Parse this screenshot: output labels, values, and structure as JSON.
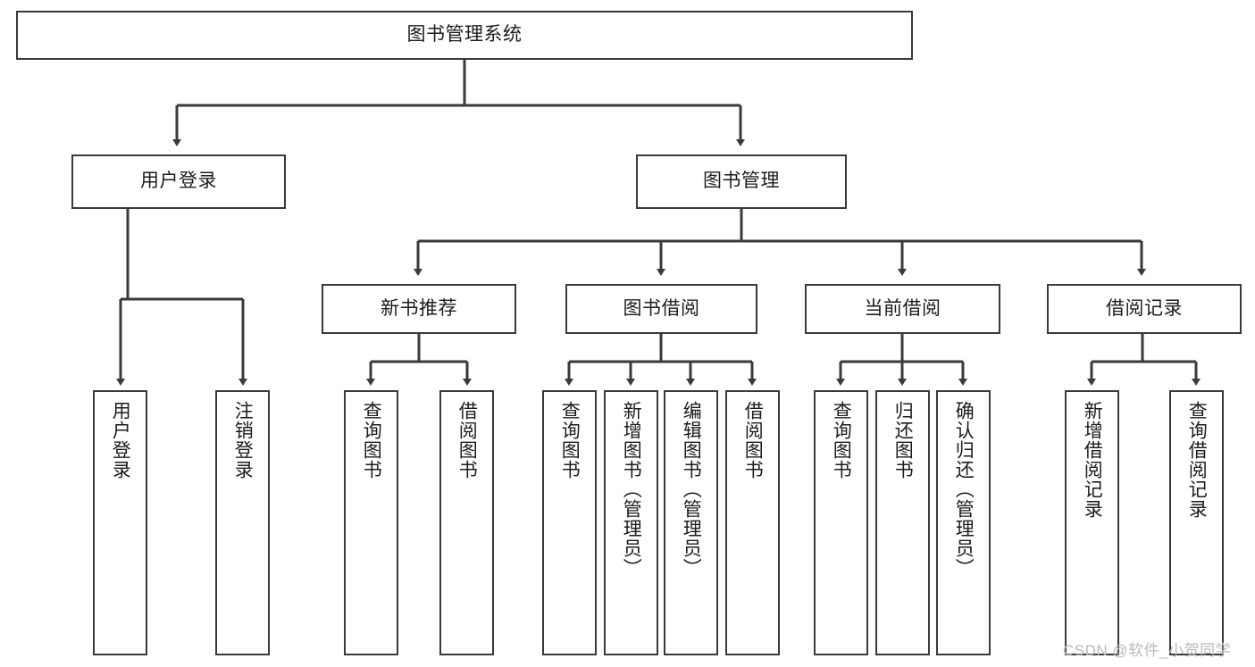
{
  "diagram": {
    "title": "图书管理系统",
    "type": "hierarchy-tree",
    "background": "#ffffff",
    "border_color": "#3a3a3a",
    "text_color": "#1c1c1c",
    "root": {
      "label": "图书管理系统"
    },
    "level2": [
      {
        "label": "用户登录"
      },
      {
        "label": "图书管理"
      }
    ],
    "level3": [
      {
        "label": "新书推荐"
      },
      {
        "label": "图书借阅"
      },
      {
        "label": "当前借阅"
      },
      {
        "label": "借阅记录"
      }
    ],
    "leaves": {
      "user_login": [
        {
          "label": "用户登录"
        },
        {
          "label": "注销登录"
        }
      ],
      "new_book_recommend": [
        {
          "label": "查询图书"
        },
        {
          "label": "借阅图书"
        }
      ],
      "book_borrow": [
        {
          "label": "查询图书"
        },
        {
          "label": "新增图书（管理员）"
        },
        {
          "label": "编辑图书（管理员）"
        },
        {
          "label": "借阅图书"
        }
      ],
      "current_borrow": [
        {
          "label": "查询图书"
        },
        {
          "label": "归还图书"
        },
        {
          "label": "确认归还（管理员）"
        }
      ],
      "borrow_record": [
        {
          "label": "新增借阅记录"
        },
        {
          "label": "查询借阅记录"
        }
      ]
    }
  },
  "watermark": {
    "text": "CSDN @软件_小贺同学",
    "color": "#b9b9b9"
  }
}
